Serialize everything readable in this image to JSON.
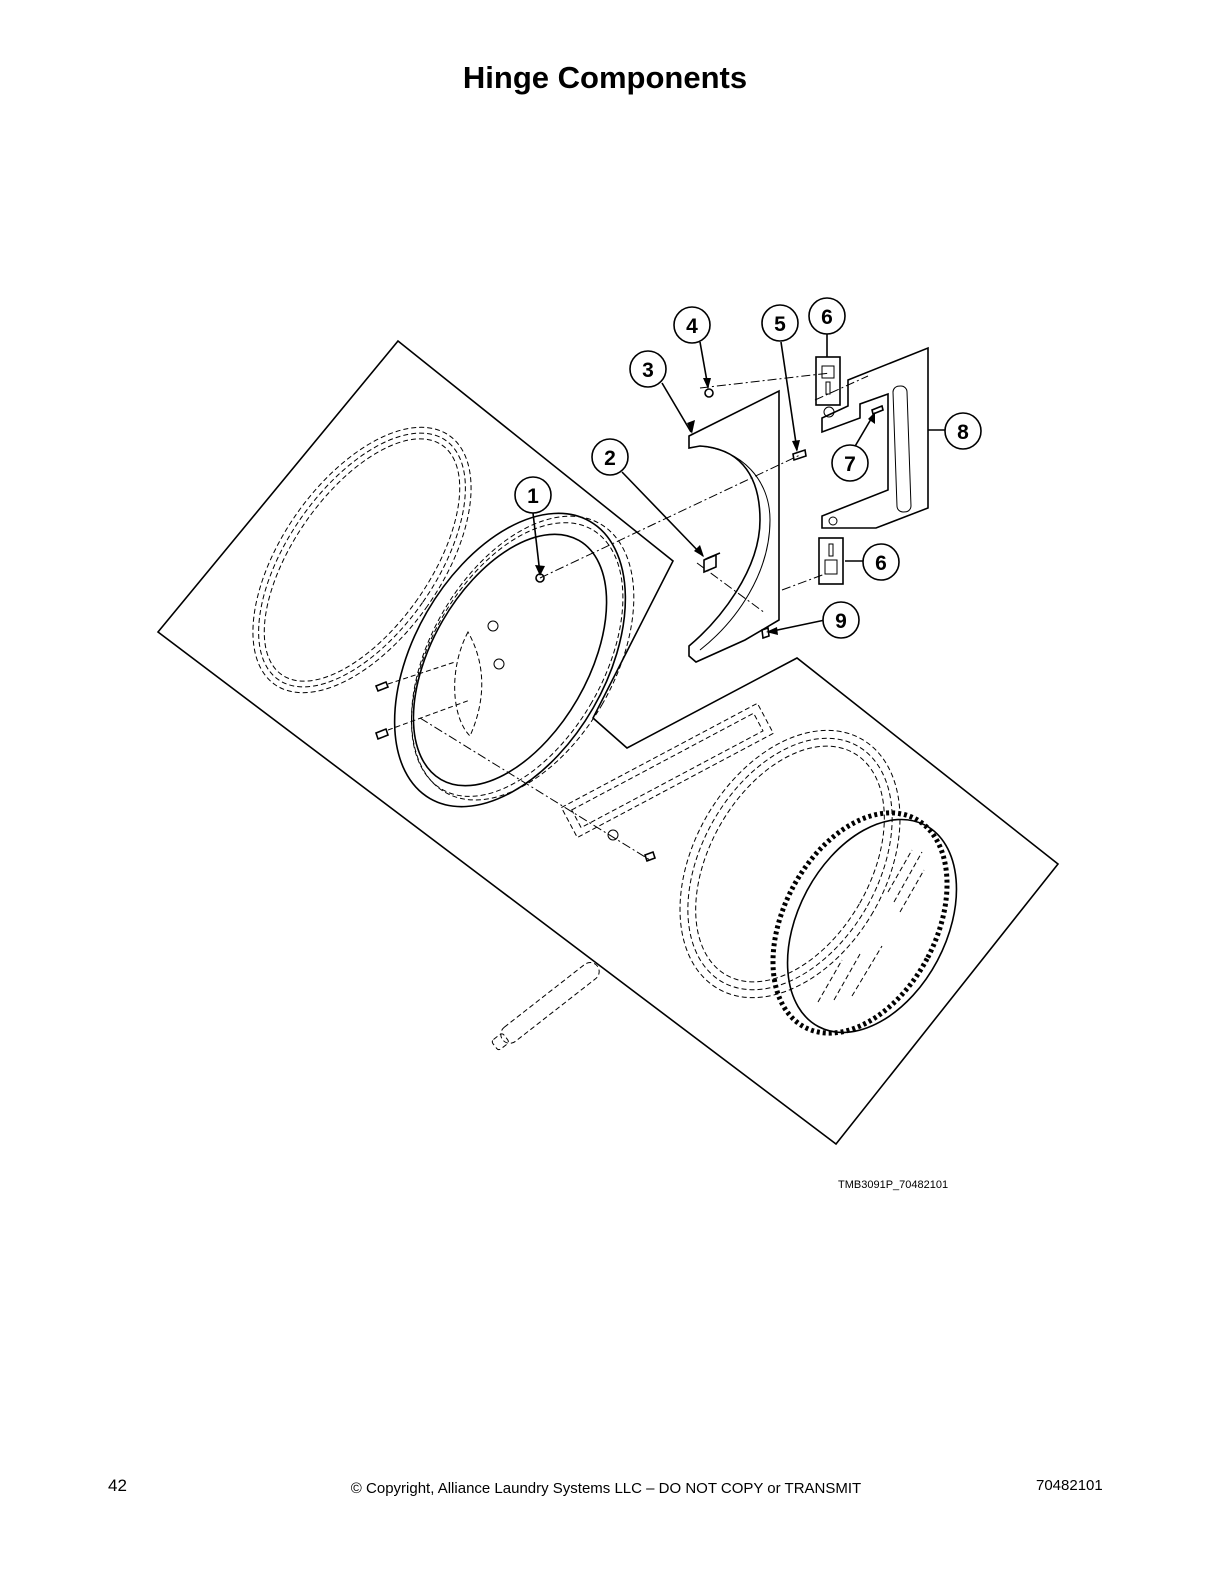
{
  "page": {
    "title": "Hinge Components",
    "figure_id": "TMB3091P_70482101",
    "footer": {
      "page_number": "42",
      "copyright": "© Copyright, Alliance Laundry Systems LLC – DO NOT COPY or TRANSMIT",
      "doc_number": "70482101"
    }
  },
  "callouts": [
    "1",
    "2",
    "3",
    "4",
    "5",
    "6",
    "7",
    "8",
    "9",
    "6"
  ]
}
